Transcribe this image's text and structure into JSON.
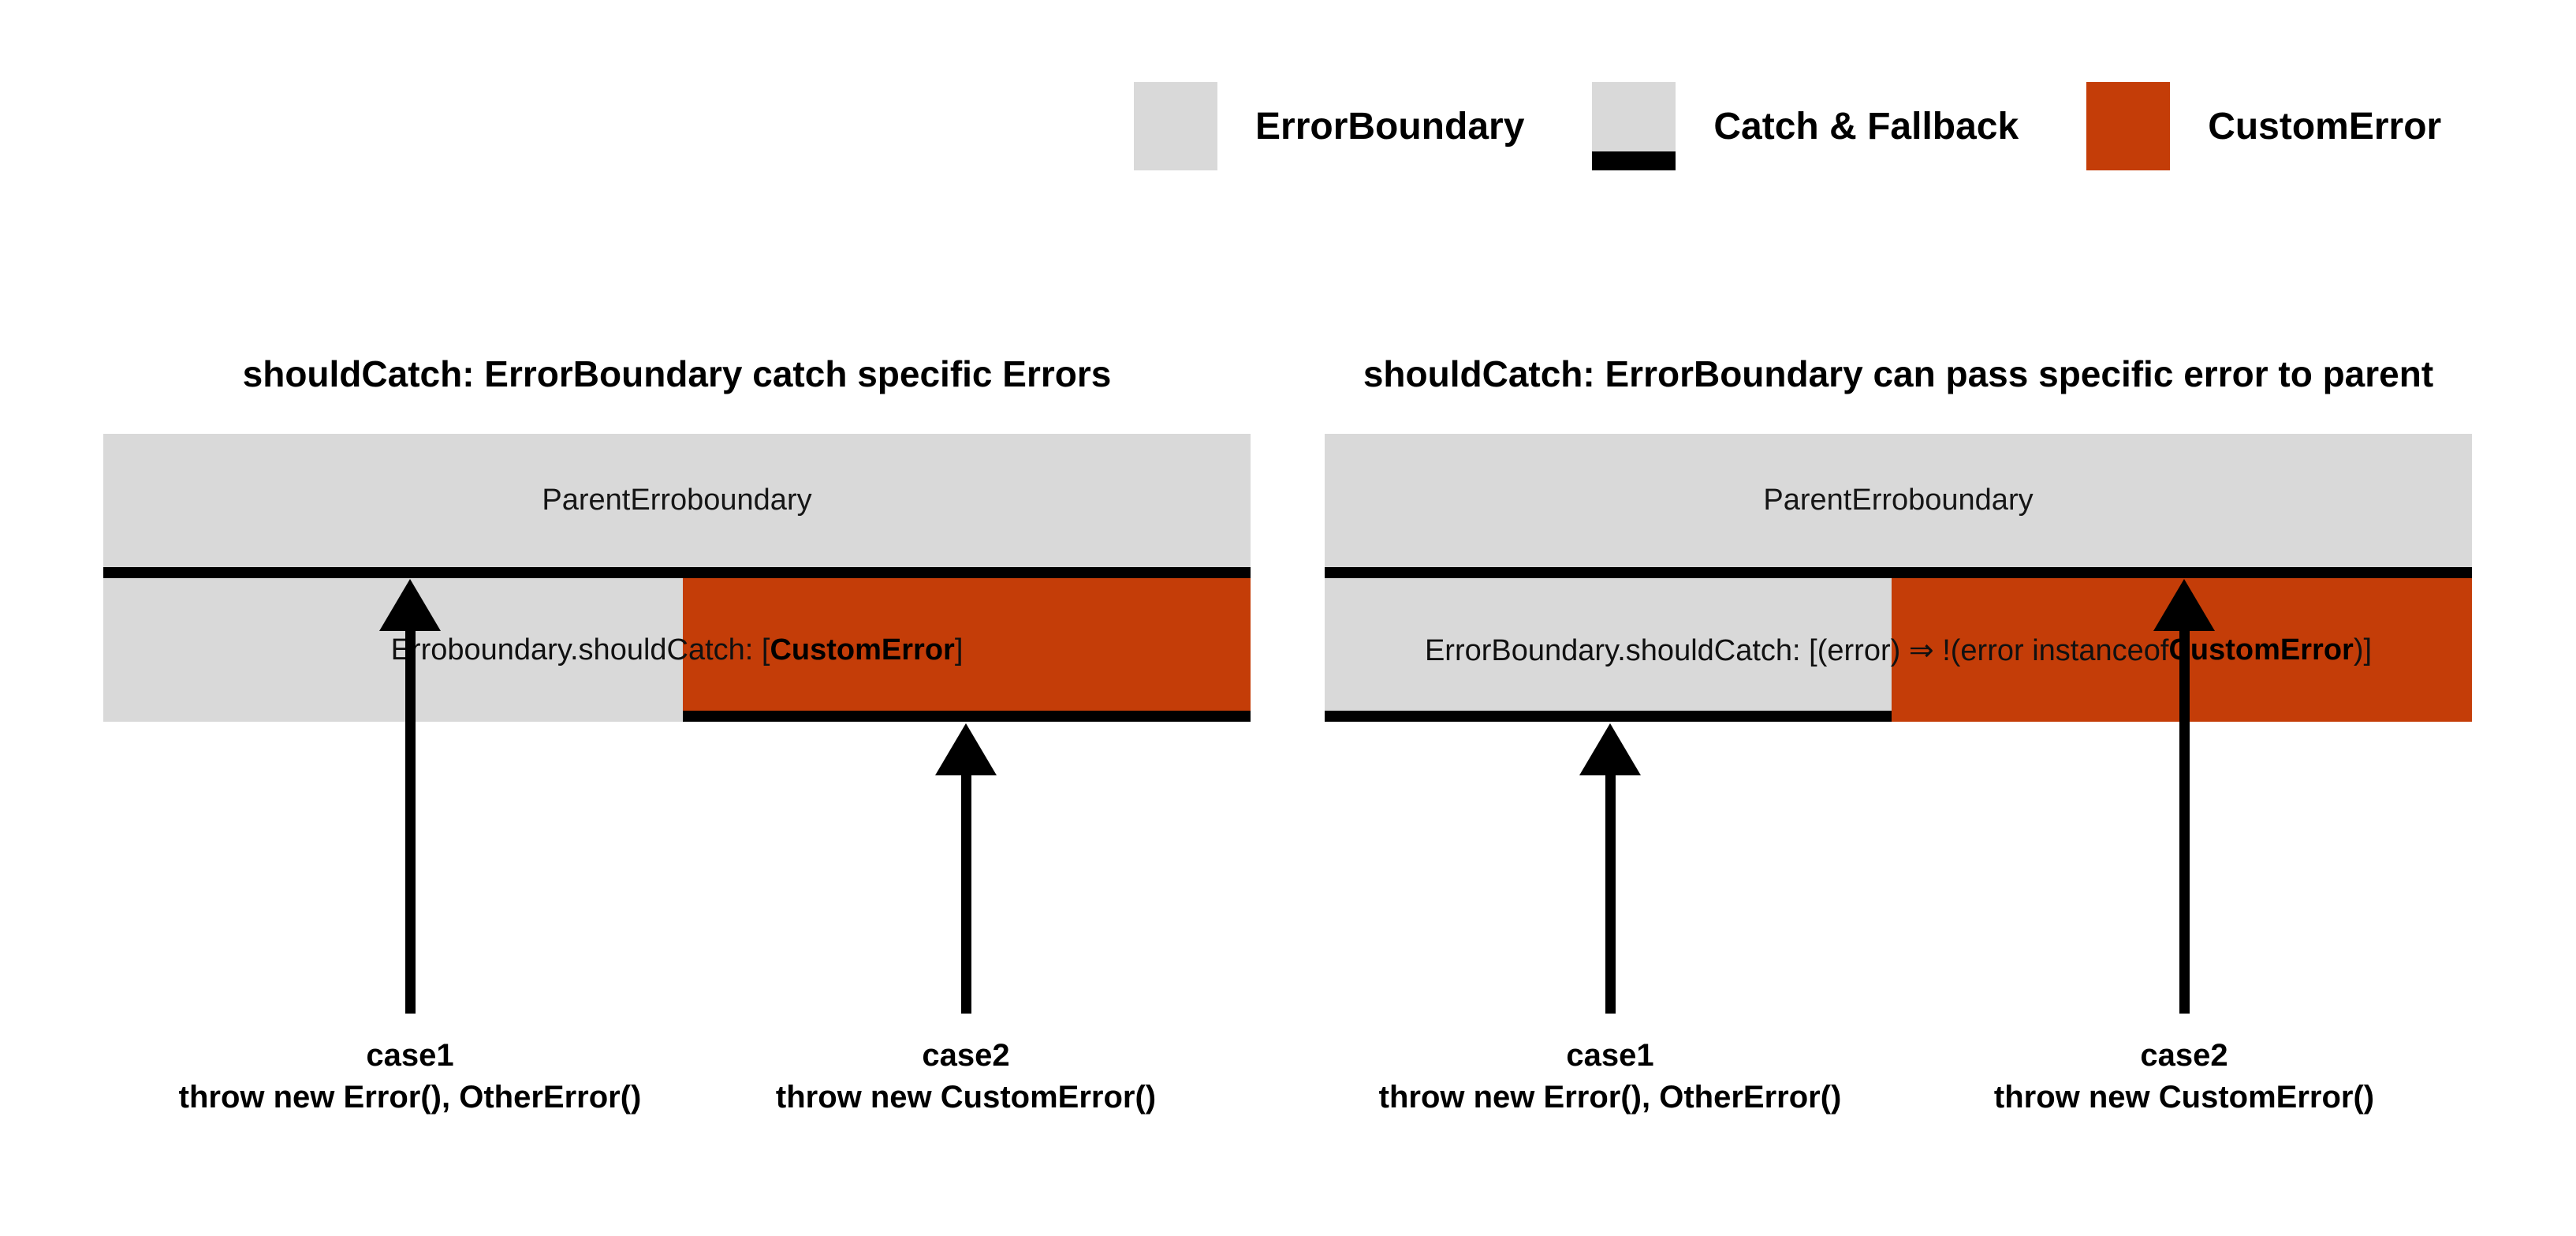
{
  "colors": {
    "error_boundary_gray": "#D9D9D9",
    "custom_error_orange": "#C43D08",
    "catch_fallback_black": "#000000",
    "background": "#FFFFFF"
  },
  "legend": {
    "items": [
      {
        "label": "ErrorBoundary",
        "swatch": "gray-square"
      },
      {
        "label": "Catch & Fallback",
        "swatch": "gray-square-black-bottom"
      },
      {
        "label": "CustomError",
        "swatch": "orange-square"
      }
    ]
  },
  "diagrams": [
    {
      "title": "shouldCatch: ErrorBoundary catch specific Errors",
      "parent_label": "ParentErroboundary",
      "child_label_prefix": "Erroboundary.shouldCatch: [",
      "child_label_bold": "CustomError",
      "child_label_suffix": "]",
      "cases": [
        {
          "name": "case1",
          "detail": "throw new Error(), OtherError()",
          "arrow_target": "parent-catch-border"
        },
        {
          "name": "case2",
          "detail": "throw new CustomError()",
          "arrow_target": "child-catch-border"
        }
      ]
    },
    {
      "title": "shouldCatch: ErrorBoundary can pass specific error to parent",
      "parent_label": "ParentErroboundary",
      "child_label_prefix": "ErrorBoundary.shouldCatch: [(error) ⇒ !(error instanceof ",
      "child_label_bold": "CustomError",
      "child_label_suffix": ")]",
      "cases": [
        {
          "name": "case1",
          "detail": "throw new Error(), OtherError()",
          "arrow_target": "child-catch-border"
        },
        {
          "name": "case2",
          "detail": "throw new CustomError()",
          "arrow_target": "parent-catch-border"
        }
      ]
    }
  ]
}
